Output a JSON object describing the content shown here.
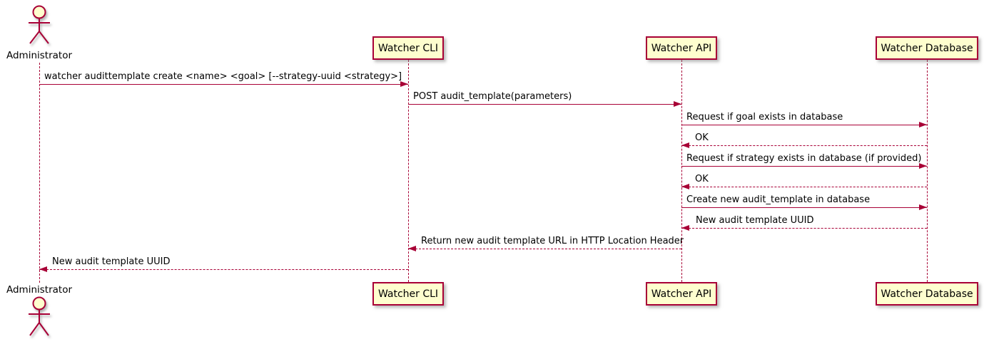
{
  "diagram": {
    "type": "uml-sequence",
    "actor": {
      "label": "Administrator"
    },
    "participants": [
      {
        "id": "watcher-cli",
        "label": "Watcher CLI"
      },
      {
        "id": "watcher-api",
        "label": "Watcher API"
      },
      {
        "id": "watcher-database",
        "label": "Watcher Database"
      }
    ],
    "messages": [
      {
        "from": "Administrator",
        "to": "Watcher CLI",
        "line": "solid",
        "text": "watcher audittemplate create <name> <goal> [--strategy-uuid <strategy>]"
      },
      {
        "from": "Watcher CLI",
        "to": "Watcher API",
        "line": "solid",
        "text": "POST audit_template(parameters)"
      },
      {
        "from": "Watcher API",
        "to": "Watcher Database",
        "line": "solid",
        "text": "Request if goal exists in database"
      },
      {
        "from": "Watcher Database",
        "to": "Watcher API",
        "line": "dashed",
        "text": "OK"
      },
      {
        "from": "Watcher API",
        "to": "Watcher Database",
        "line": "solid",
        "text": "Request if strategy exists in database (if provided)"
      },
      {
        "from": "Watcher Database",
        "to": "Watcher API",
        "line": "dashed",
        "text": "OK"
      },
      {
        "from": "Watcher API",
        "to": "Watcher Database",
        "line": "solid",
        "text": "Create new audit_template in database"
      },
      {
        "from": "Watcher Database",
        "to": "Watcher API",
        "line": "dashed",
        "text": "New audit template UUID"
      },
      {
        "from": "Watcher API",
        "to": "Watcher CLI",
        "line": "dashed",
        "text": "Return new audit template URL in HTTP Location Header"
      },
      {
        "from": "Watcher CLI",
        "to": "Administrator",
        "line": "dashed",
        "text": "New audit template UUID"
      }
    ],
    "colors": {
      "participant_fill": "#FEFECE",
      "line": "#A80036",
      "text": "#000000",
      "background": "#FFFFFF"
    }
  }
}
